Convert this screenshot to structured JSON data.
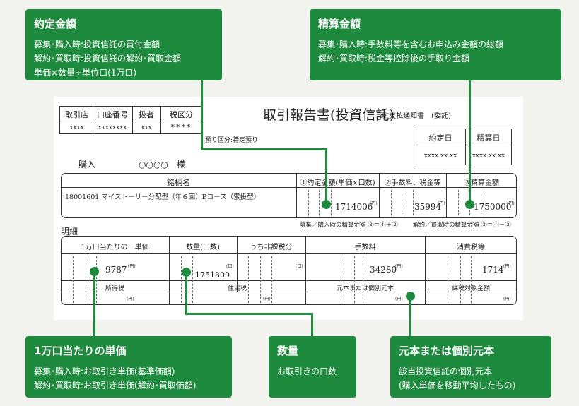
{
  "callouts": {
    "contract": {
      "title": "約定金額",
      "lines": [
        "募集･購入時:投資信託の買付金額",
        "解約･買取時:投資信託の解約･買取金額",
        "単価×数量÷単位口(1万口)"
      ]
    },
    "settlement": {
      "title": "精算金額",
      "lines": [
        "募集･購入時:手数料等を含むお申込み金額の総額",
        "解約･買取時:税金等控除後の手取り金額"
      ]
    },
    "unit_price": {
      "title": "1万口当たりの単価",
      "lines": [
        "募集･購入時:お取引き単価(基準価額)",
        "解約･買取時:お取引き単価(解約･買取価額)"
      ]
    },
    "quantity": {
      "title": "数量",
      "lines": [
        "お取引きの口数"
      ]
    },
    "principal": {
      "title": "元本または個別元本",
      "lines": [
        "該当投資信託の個別元本",
        "(購入単価を移動平均したもの)"
      ]
    }
  },
  "document": {
    "title": "取引報告書(投資信託)",
    "subtitle": "兼 支払通知書　(委託)",
    "header_table": {
      "columns": [
        "取引店",
        "口座番号",
        "扱者",
        "税区分"
      ],
      "values": [
        "xxxx",
        "xxxxxxxx",
        "xxx",
        "****"
      ]
    },
    "deposit_type": "預り区分:特定預り",
    "dates": {
      "columns": [
        "約定日",
        "精算日"
      ],
      "values": [
        "xxxx.xx.xx",
        "xxxx.xx.xx"
      ]
    },
    "trade_type": "購入",
    "customer": "○○○○　様",
    "main_table": {
      "headers": [
        "銘柄名",
        "①約定金額(単価×口数)",
        "②手数料、税金等",
        "③精算金額"
      ],
      "fund_name": "18001601 マイストーリー分配型（年６回）Bコース（累投型）",
      "contract_amount": "1714006",
      "fees": "35994",
      "settlement_amount": "1750000",
      "unit": "(円)"
    },
    "notes": [
      "募集／購入時の精算金額 ③＝①＋②",
      "解約／買取時の精算金額 ③＝①－②"
    ],
    "details_label": "明細",
    "detail_table": {
      "headers": [
        "1万口当たりの　単価",
        "数量(口数)",
        "うち非課税分",
        "手数料",
        "消費税等"
      ],
      "values": {
        "unit_price": "9787",
        "unit_price_unit": "(円)",
        "quantity": "1751309",
        "quantity_unit": "(口)",
        "tax_free": "",
        "tax_free_unit": "(口)",
        "fee": "34280",
        "fee_unit": "(円)",
        "consumption_tax": "1714",
        "consumption_tax_unit": "(円)"
      },
      "lower_headers": [
        "所得税",
        "住民税",
        "元本または個別元本",
        "課税対象金額"
      ],
      "lower_units": [
        "(円)",
        "(円)",
        "(円)",
        "(円)"
      ]
    }
  },
  "colors": {
    "accent": "#1e8a3e",
    "background": "#f2f2ee"
  }
}
